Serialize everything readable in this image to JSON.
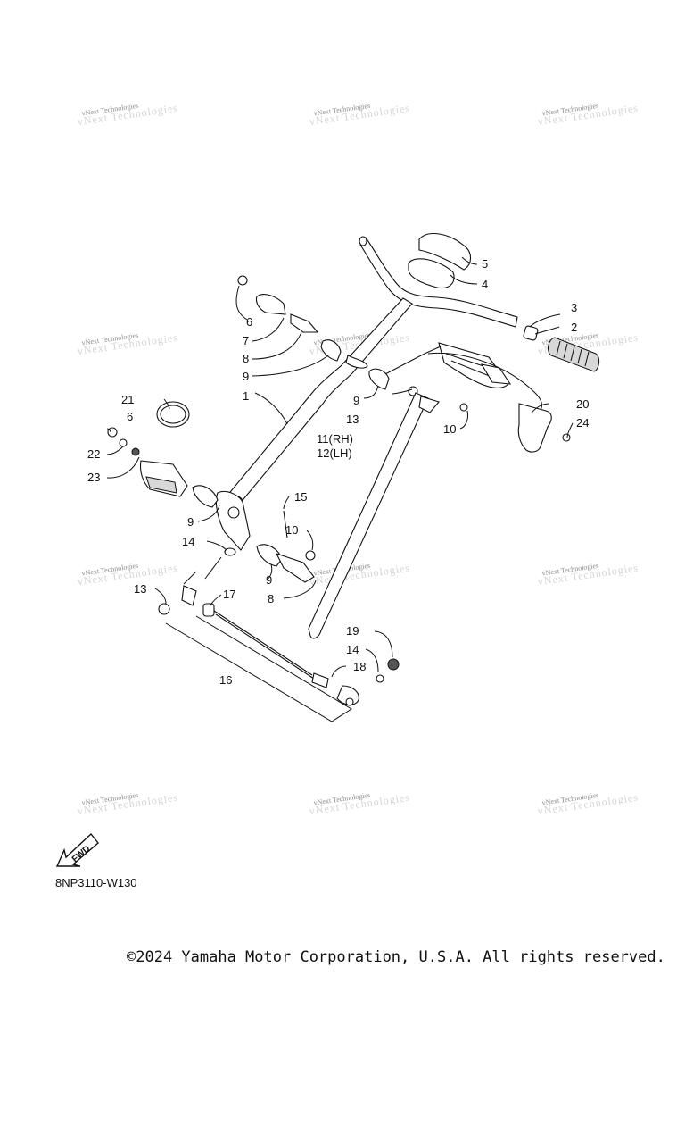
{
  "watermark": {
    "text": "vNext Technologies"
  },
  "callouts": [
    "1",
    "2",
    "3",
    "4",
    "5",
    "6",
    "6",
    "7",
    "8",
    "8",
    "9",
    "9",
    "9",
    "9",
    "10",
    "10",
    "11(RH)",
    "12(LH)",
    "13",
    "13",
    "14",
    "14",
    "15",
    "16",
    "17",
    "18",
    "19",
    "20",
    "21",
    "22",
    "23",
    "24"
  ],
  "fwd_label": "FWD",
  "figure_code": "8NP3110-W130",
  "copyright": "©2024 Yamaha Motor Corporation, U.S.A. All rights reserved."
}
